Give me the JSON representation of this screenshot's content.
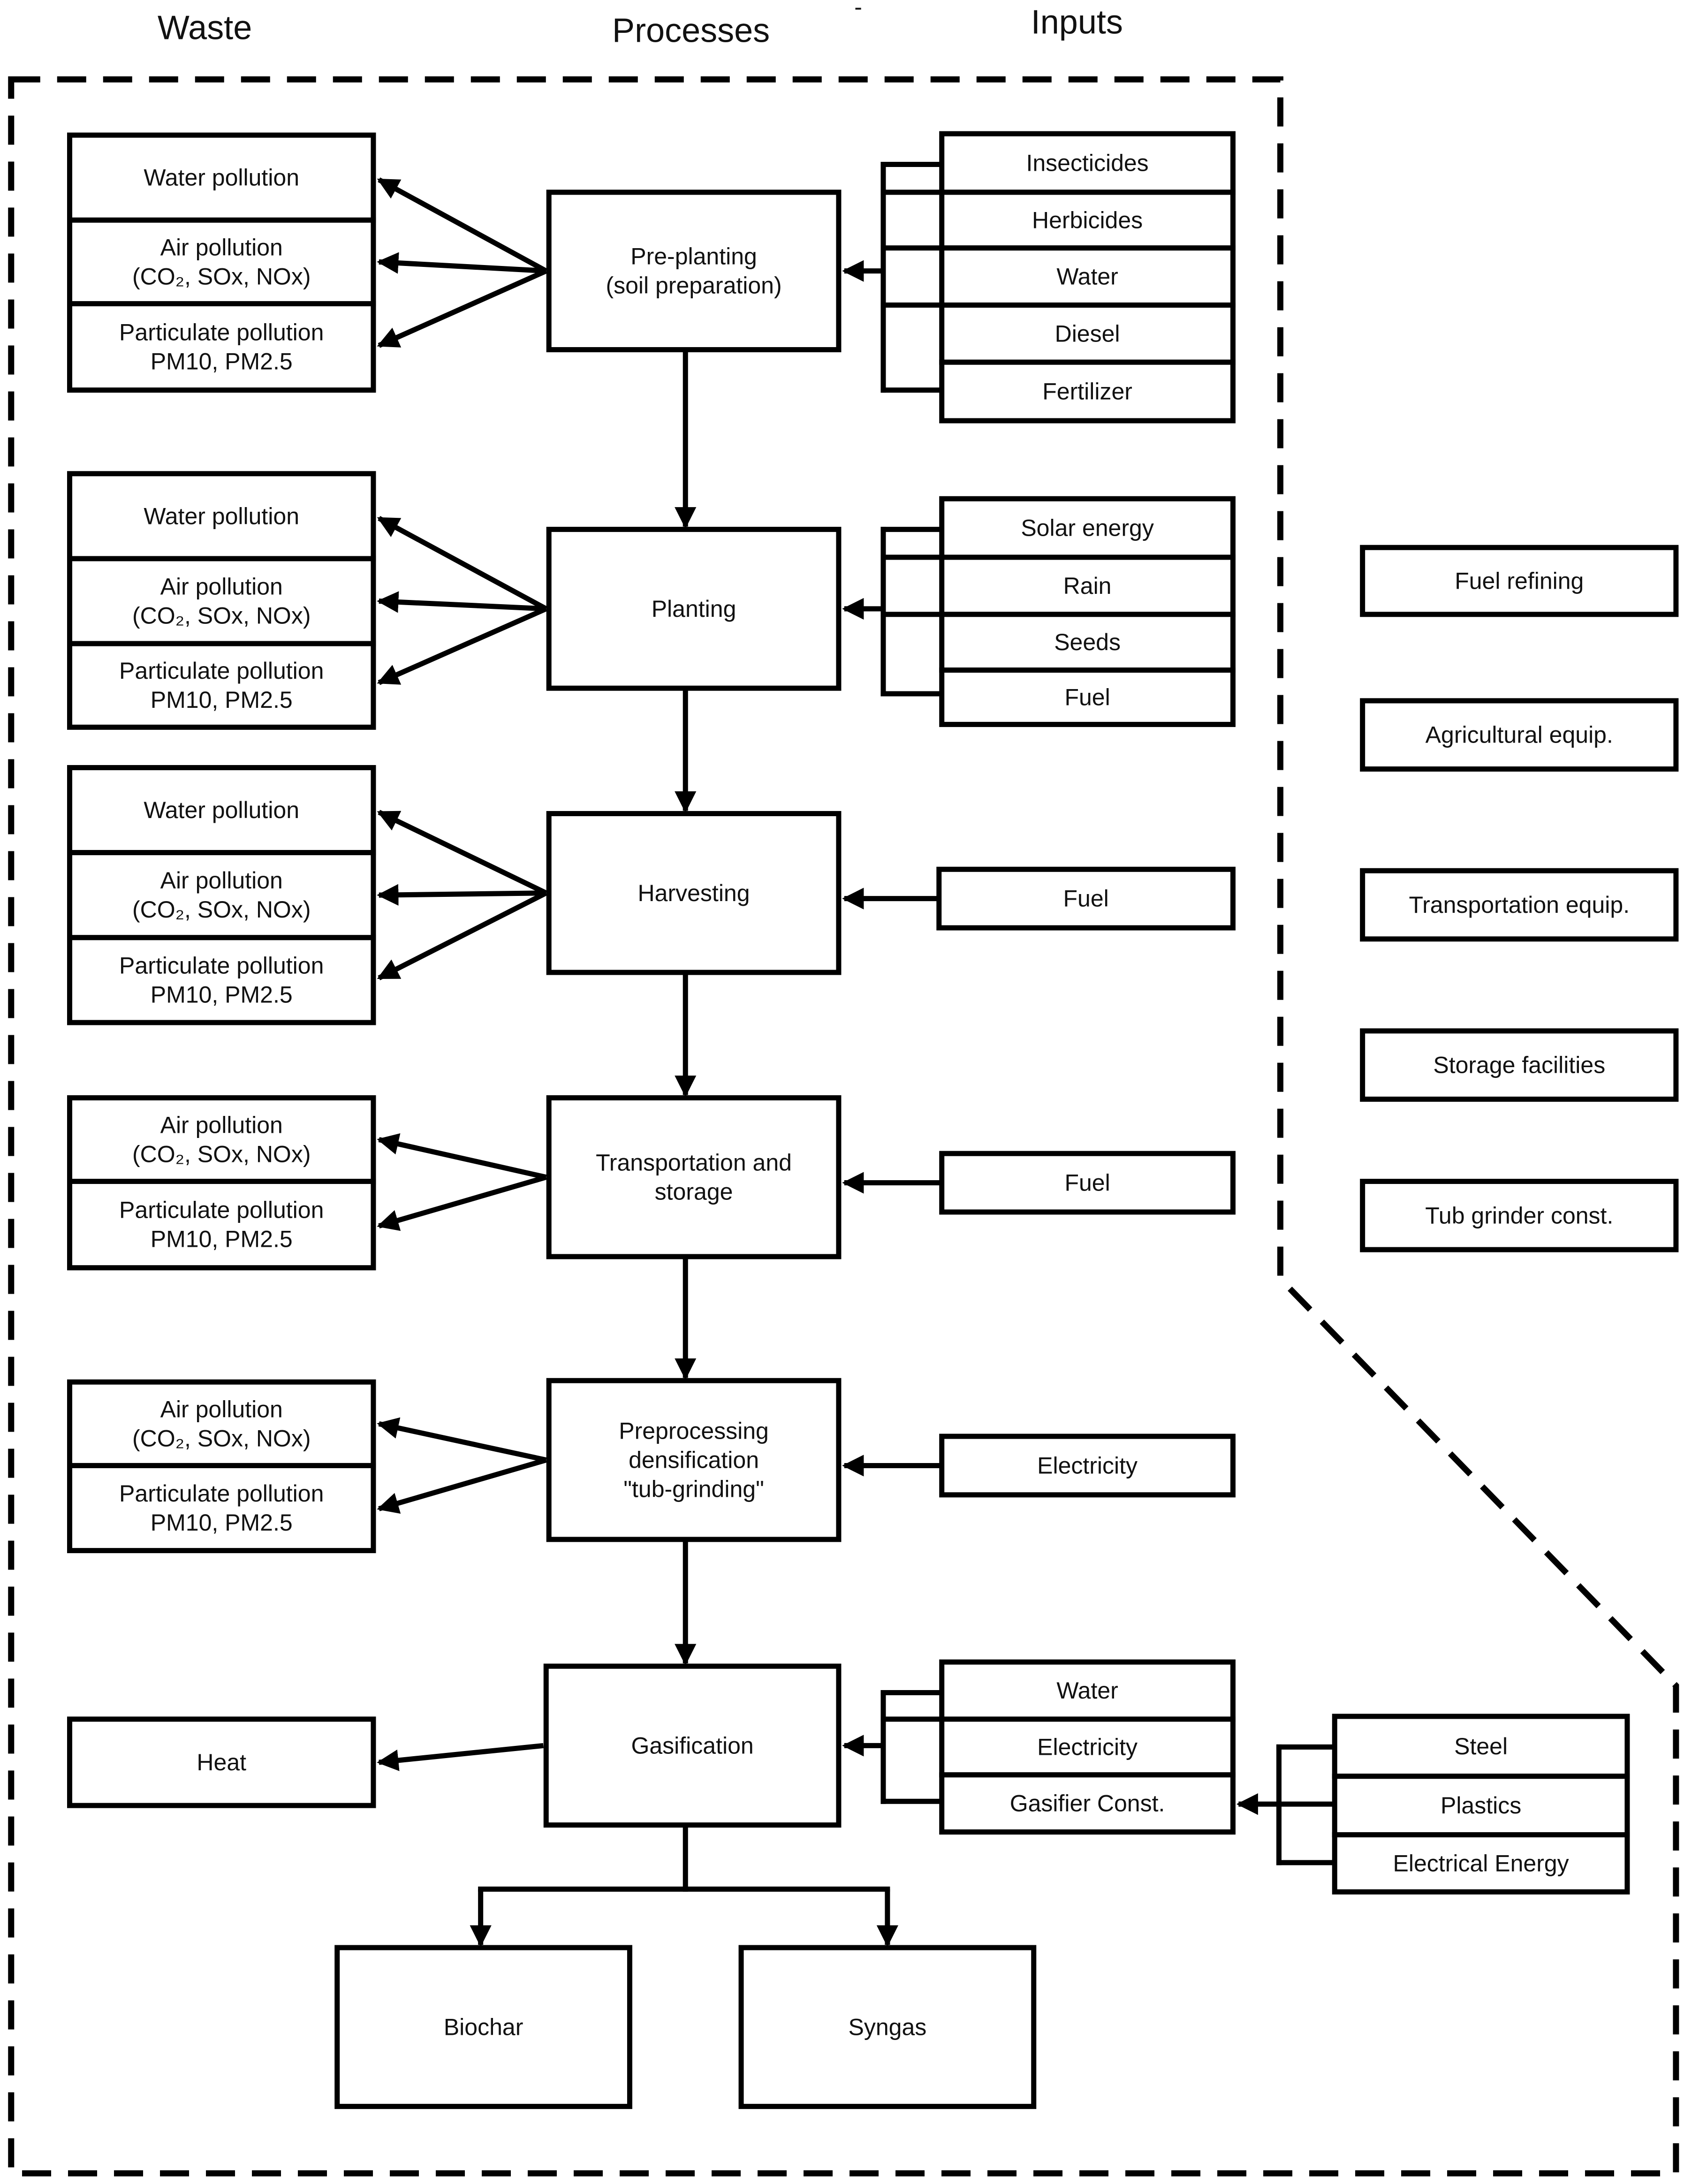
{
  "headers": {
    "waste": "Waste",
    "processes": "Processes",
    "inputs": "Inputs",
    "stray_mark": "-"
  },
  "processes": [
    {
      "id": "preplant",
      "label": [
        "Pre-planting",
        "(soil preparation)"
      ]
    },
    {
      "id": "planting",
      "label": [
        "Planting"
      ]
    },
    {
      "id": "harvesting",
      "label": [
        "Harvesting"
      ]
    },
    {
      "id": "transport",
      "label": [
        "Transportation and",
        "storage"
      ]
    },
    {
      "id": "preprocess",
      "label": [
        "Preprocessing",
        "densification",
        "\"tub-grinding\""
      ]
    },
    {
      "id": "gasification",
      "label": [
        "Gasification"
      ]
    }
  ],
  "outputs": [
    {
      "id": "biochar",
      "label": [
        "Biochar"
      ]
    },
    {
      "id": "syngas",
      "label": [
        "Syngas"
      ]
    }
  ],
  "waste": {
    "preplant": [
      {
        "type": "water",
        "label": [
          "Water pollution"
        ]
      },
      {
        "type": "air",
        "label": [
          "Air pollution",
          "(CO2, SOx, NOx)"
        ]
      },
      {
        "type": "particulate",
        "label": [
          "Particulate pollution",
          "PM10, PM2.5"
        ]
      }
    ],
    "planting": [
      {
        "type": "water",
        "label": [
          "Water pollution"
        ]
      },
      {
        "type": "air",
        "label": [
          "Air pollution",
          "(CO2, SOx, NOx)"
        ]
      },
      {
        "type": "particulate",
        "label": [
          "Particulate pollution",
          "PM10, PM2.5"
        ]
      }
    ],
    "harvesting": [
      {
        "type": "water",
        "label": [
          "Water pollution"
        ]
      },
      {
        "type": "air",
        "label": [
          "Air pollution",
          "(CO2, SOx, NOx)"
        ]
      },
      {
        "type": "particulate",
        "label": [
          "Particulate pollution",
          "PM10, PM2.5"
        ]
      }
    ],
    "transport": [
      {
        "type": "air",
        "label": [
          "Air pollution",
          "(CO2, SOx, NOx)"
        ]
      },
      {
        "type": "particulate",
        "label": [
          "Particulate pollution",
          "PM10, PM2.5"
        ]
      }
    ],
    "preprocess": [
      {
        "type": "air",
        "label": [
          "Air pollution",
          "(CO2, SOx, NOx)"
        ]
      },
      {
        "type": "particulate",
        "label": [
          "Particulate pollution",
          "PM10, PM2.5"
        ]
      }
    ],
    "gasification": [
      {
        "type": "heat",
        "label": [
          "Heat"
        ]
      }
    ]
  },
  "inputs": {
    "preplant": [
      "Insecticides",
      "Herbicides",
      "Water",
      "Diesel",
      "Fertilizer"
    ],
    "planting": [
      "Solar energy",
      "Rain",
      "Seeds",
      "Fuel"
    ],
    "harvesting": [
      "Fuel"
    ],
    "transport": [
      "Fuel"
    ],
    "preprocess": [
      "Electricity"
    ],
    "gasification": [
      "Water",
      "Electricity",
      "Gasifier Const."
    ]
  },
  "gasifier_const_inputs": [
    "Steel",
    "Plastics",
    "Electrical Energy"
  ],
  "external_items": [
    "Fuel refining",
    "Agricultural equip.",
    "Transportation equip.",
    "Storage facilities",
    "Tub grinder const."
  ]
}
